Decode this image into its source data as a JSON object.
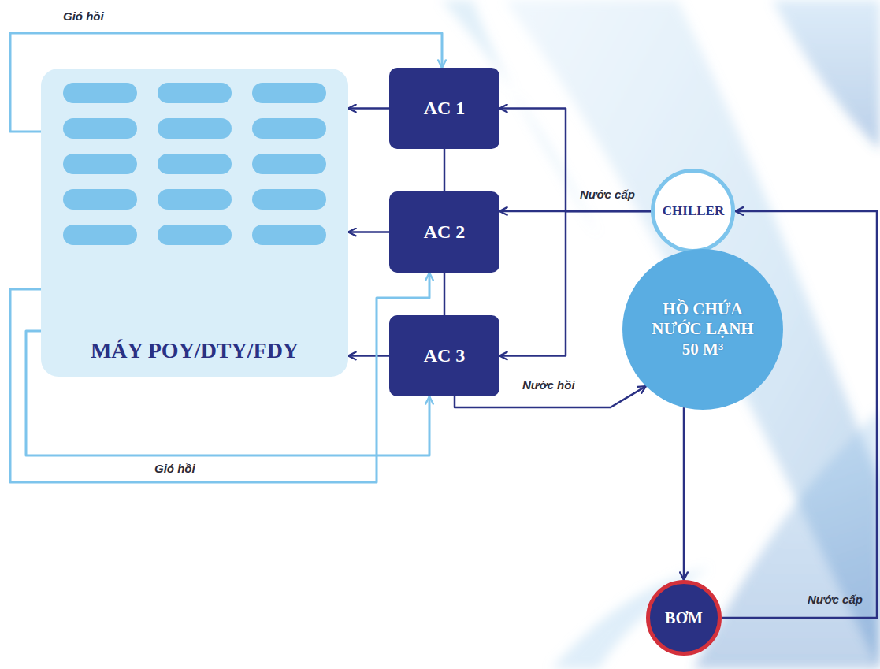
{
  "diagram": {
    "nodes": [
      {
        "text": [
          "MÁY POY/DTY/FDY"
        ]
      },
      {
        "text": [
          "AC 1"
        ]
      },
      {
        "text": [
          "AC 2"
        ]
      },
      {
        "text": [
          "AC 3"
        ]
      },
      {
        "text": [
          "CHILLER"
        ]
      },
      {
        "text": [
          "HỒ CHỨA NƯỚC LẠNH 50 M³"
        ]
      },
      {
        "text": [
          "BƠM"
        ]
      }
    ],
    "edges": [
      {
        "from": 1,
        "to": 0,
        "arrow": "to"
      },
      {
        "from": 2,
        "to": 0,
        "arrow": "to"
      },
      {
        "from": 3,
        "to": 0,
        "arrow": "to"
      },
      {
        "from": 1,
        "to": 2,
        "arrow": "none"
      },
      {
        "from": 2,
        "to": 3,
        "arrow": "none"
      },
      {
        "from": 0,
        "to": 1,
        "arrow": "to",
        "label": "Gió hồi"
      },
      {
        "from": 0,
        "to": 2,
        "arrow": "to",
        "label": "Gió hồi"
      },
      {
        "from": 0,
        "to": 3,
        "arrow": "to"
      },
      {
        "from": 4,
        "to": 2,
        "arrow": "to",
        "label": "Nước cấp"
      },
      {
        "from": 4,
        "to": 1,
        "arrow": "to"
      },
      {
        "from": 4,
        "to": 3,
        "arrow": "to"
      },
      {
        "from": 3,
        "to": 5,
        "arrow": "to",
        "label": "Nước hồi"
      },
      {
        "from": 5,
        "to": 6,
        "arrow": "to"
      },
      {
        "from": 6,
        "to": 4,
        "arrow": "to",
        "label": "Nước cấp"
      }
    ]
  }
}
